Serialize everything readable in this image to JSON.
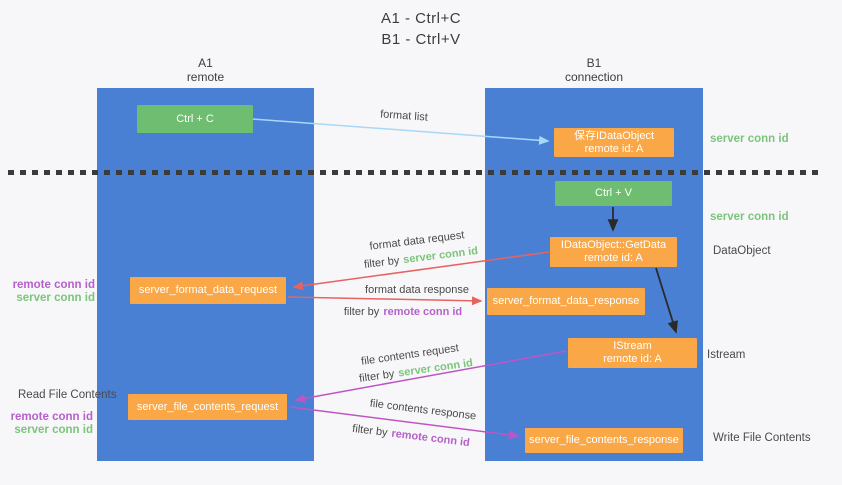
{
  "title": {
    "line1": "A1 - Ctrl+C",
    "line2": "B1 - Ctrl+V"
  },
  "lifelines": {
    "a": {
      "name": "A1",
      "subtitle": "remote"
    },
    "b": {
      "name": "B1",
      "subtitle": "connection"
    }
  },
  "boxes": {
    "ctrl_c": {
      "label": "Ctrl + C"
    },
    "save_idataobject": {
      "line1": "保存IDataObject",
      "line2": "remote id: A"
    },
    "ctrl_v": {
      "label": "Ctrl + V"
    },
    "getdata": {
      "line1": "IDataObject::GetData",
      "line2": "remote id: A"
    },
    "istream": {
      "line1": "IStream",
      "line2": "remote id: A"
    },
    "format_request": {
      "label": "server_format_data_request"
    },
    "format_response": {
      "label": "server_format_data_response"
    },
    "file_request": {
      "label": "server_file_contents_request"
    },
    "file_response": {
      "label": "server_file_contents_response"
    }
  },
  "arrow_labels": {
    "format_list": "format list",
    "format_data_request": "format data request",
    "format_data_response": "format data response",
    "file_contents_request": "file contents request",
    "file_contents_response": "file contents response",
    "filter_by": "filter by"
  },
  "side_labels": {
    "server_conn_id": "server conn id",
    "remote_conn_id": "remote conn id",
    "dataobject": "DataObject",
    "istream": "Istream",
    "read_file_contents": "Read File Contents",
    "write_file_contents": "Write File Contents"
  },
  "colors": {
    "column_blue": "#4a80d4",
    "box_green": "#6fbd70",
    "box_orange": "#f9a747",
    "arrow_lightblue": "#a8d8f5",
    "arrow_red": "#e8625f",
    "arrow_magenta": "#bf55c3",
    "text_green": "#7cc47c",
    "text_purple": "#b561c9"
  }
}
